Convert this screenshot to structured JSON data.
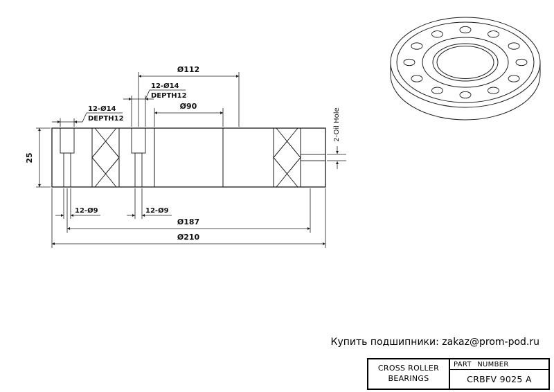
{
  "drawing": {
    "dims": {
      "d112": "Ø112",
      "holes14": "12-Ø14",
      "depth12": "DEPTH12",
      "d90": "Ø90",
      "height25": "25",
      "oil_hole": "2-Oil Hole",
      "holes9": "12-Ø9",
      "d187": "Ø187",
      "d210": "Ø210"
    },
    "colors": {
      "line": "#1a1a1a",
      "background": "#ffffff"
    }
  },
  "contact": {
    "text": "Купить подшипники: zakaz@prom-pod.ru"
  },
  "title_block": {
    "company_line1": "CROSS ROLLER",
    "company_line2": "BEARINGS",
    "part_number_label": "PART NUMBER",
    "part_number": "CRBFV 9025 A"
  }
}
